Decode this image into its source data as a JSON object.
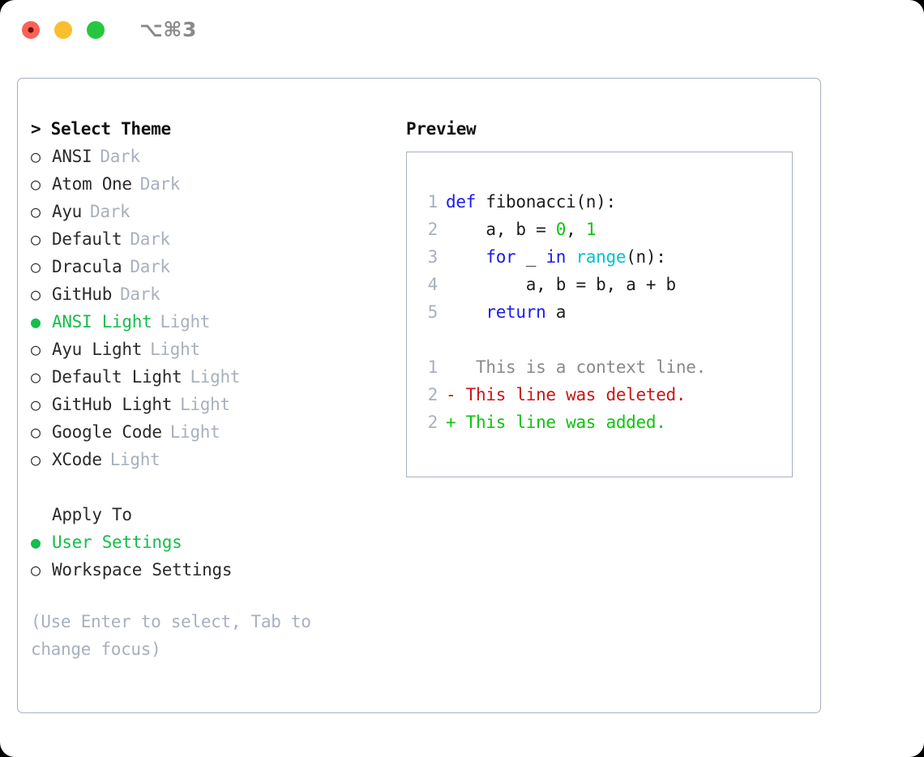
{
  "titlebar": {
    "shortcut": "⌥⌘3",
    "buttons": [
      {
        "name": "close",
        "color": "#fb6156"
      },
      {
        "name": "minimize",
        "color": "#fbbe2e"
      },
      {
        "name": "zoom",
        "color": "#26c73f"
      }
    ]
  },
  "theme_panel": {
    "heading": "> Select Theme",
    "items": [
      {
        "marker": "○",
        "name": "ANSI",
        "kind": "Dark",
        "selected": false
      },
      {
        "marker": "○",
        "name": "Atom One",
        "kind": "Dark",
        "selected": false
      },
      {
        "marker": "○",
        "name": "Ayu",
        "kind": "Dark",
        "selected": false
      },
      {
        "marker": "○",
        "name": "Default",
        "kind": "Dark",
        "selected": false
      },
      {
        "marker": "○",
        "name": "Dracula",
        "kind": "Dark",
        "selected": false
      },
      {
        "marker": "○",
        "name": "GitHub",
        "kind": "Dark",
        "selected": false
      },
      {
        "marker": "●",
        "name": "ANSI Light",
        "kind": "Light",
        "selected": true
      },
      {
        "marker": "○",
        "name": "Ayu Light",
        "kind": "Light",
        "selected": false
      },
      {
        "marker": "○",
        "name": "Default Light",
        "kind": "Light",
        "selected": false
      },
      {
        "marker": "○",
        "name": "GitHub Light",
        "kind": "Light",
        "selected": false
      },
      {
        "marker": "○",
        "name": "Google Code",
        "kind": "Light",
        "selected": false
      },
      {
        "marker": "○",
        "name": "XCode",
        "kind": "Light",
        "selected": false
      }
    ]
  },
  "apply_to": {
    "heading": "Apply To",
    "options": [
      {
        "marker": "●",
        "label": "User Settings",
        "selected": true
      },
      {
        "marker": "○",
        "label": "Workspace Settings",
        "selected": false
      }
    ]
  },
  "footer_hint": "(Use Enter to select, Tab to change focus)",
  "preview": {
    "heading": "Preview",
    "code_lines": [
      {
        "number": "1",
        "tokens": [
          {
            "text": "def ",
            "style": "kw"
          },
          {
            "text": "fibonacci(n):",
            "style": "plain"
          }
        ]
      },
      {
        "number": "2",
        "tokens": [
          {
            "text": "    a, b = ",
            "style": "plain"
          },
          {
            "text": "0",
            "style": "num"
          },
          {
            "text": ", ",
            "style": "plain"
          },
          {
            "text": "1",
            "style": "num"
          }
        ]
      },
      {
        "number": "3",
        "tokens": [
          {
            "text": "    ",
            "style": "plain"
          },
          {
            "text": "for",
            "style": "kw"
          },
          {
            "text": " _ ",
            "style": "plain"
          },
          {
            "text": "in",
            "style": "kw"
          },
          {
            "text": " ",
            "style": "plain"
          },
          {
            "text": "range",
            "style": "fn"
          },
          {
            "text": "(n):",
            "style": "plain"
          }
        ]
      },
      {
        "number": "4",
        "tokens": [
          {
            "text": "        a, b = b, a + b",
            "style": "plain"
          }
        ]
      },
      {
        "number": "5",
        "tokens": [
          {
            "text": "    ",
            "style": "plain"
          },
          {
            "text": "return",
            "style": "kw"
          },
          {
            "text": " a",
            "style": "plain"
          }
        ]
      }
    ],
    "diff_lines": [
      {
        "number": "1",
        "marker": " ",
        "text": "  This is a context line.",
        "kind": "context"
      },
      {
        "number": "2",
        "marker": "-",
        "text": " This line was deleted.",
        "kind": "deleted"
      },
      {
        "number": "2",
        "marker": "+",
        "text": " This line was added.",
        "kind": "added"
      }
    ]
  },
  "colors": {
    "accent_green": "#16bd4b",
    "muted": "#a8b0bd",
    "border": "#a7b0be",
    "keyword": "#1a1af0",
    "function": "#00c3cf",
    "number": "#0ec40e",
    "diff_deleted": "#c91616",
    "diff_added": "#0ec40e",
    "diff_context": "#8a8a8a"
  }
}
